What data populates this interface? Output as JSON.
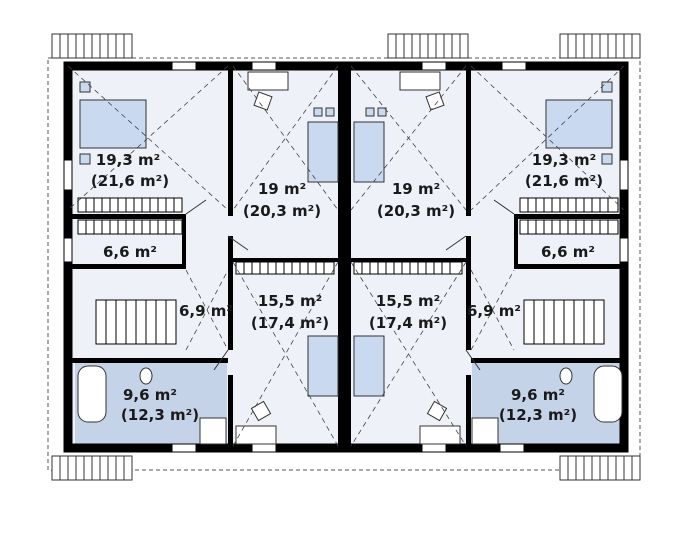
{
  "colors": {
    "wall": "#000000",
    "floor": "#eef2f8",
    "bath_floor": "#c5d3e8",
    "bed_fill": "#c9d9ef",
    "line": "#333333",
    "dashed": "#555555"
  },
  "left_unit": {
    "bedroom_nw": {
      "area": "19,3 m²",
      "area_alt": "(21,6 m²)"
    },
    "bedroom_ne": {
      "area": "19 m²",
      "area_alt": "(20,3 m²)"
    },
    "storage": {
      "area": "6,6 m²"
    },
    "hall": {
      "area": "6,9 m²"
    },
    "bedroom_se": {
      "area": "15,5 m²",
      "area_alt": "(17,4 m²)"
    },
    "bathroom": {
      "area": "9,6 m²",
      "area_alt": "(12,3 m²)"
    }
  },
  "right_unit": {
    "bedroom_ne": {
      "area": "19,3 m²",
      "area_alt": "(21,6 m²)"
    },
    "bedroom_nw": {
      "area": "19 m²",
      "area_alt": "(20,3 m²)"
    },
    "storage": {
      "area": "6,6 m²"
    },
    "hall": {
      "area": "6,9 m²"
    },
    "bedroom_sw": {
      "area": "15,5 m²",
      "area_alt": "(17,4 m²)"
    },
    "bathroom": {
      "area": "9,6 m²",
      "area_alt": "(12,3 m²)"
    }
  },
  "icons": [
    "bed-icon",
    "desk-chair-icon",
    "bathtub-icon",
    "toilet-icon",
    "shower-icon",
    "staircase-icon",
    "window-icon",
    "door-icon"
  ]
}
